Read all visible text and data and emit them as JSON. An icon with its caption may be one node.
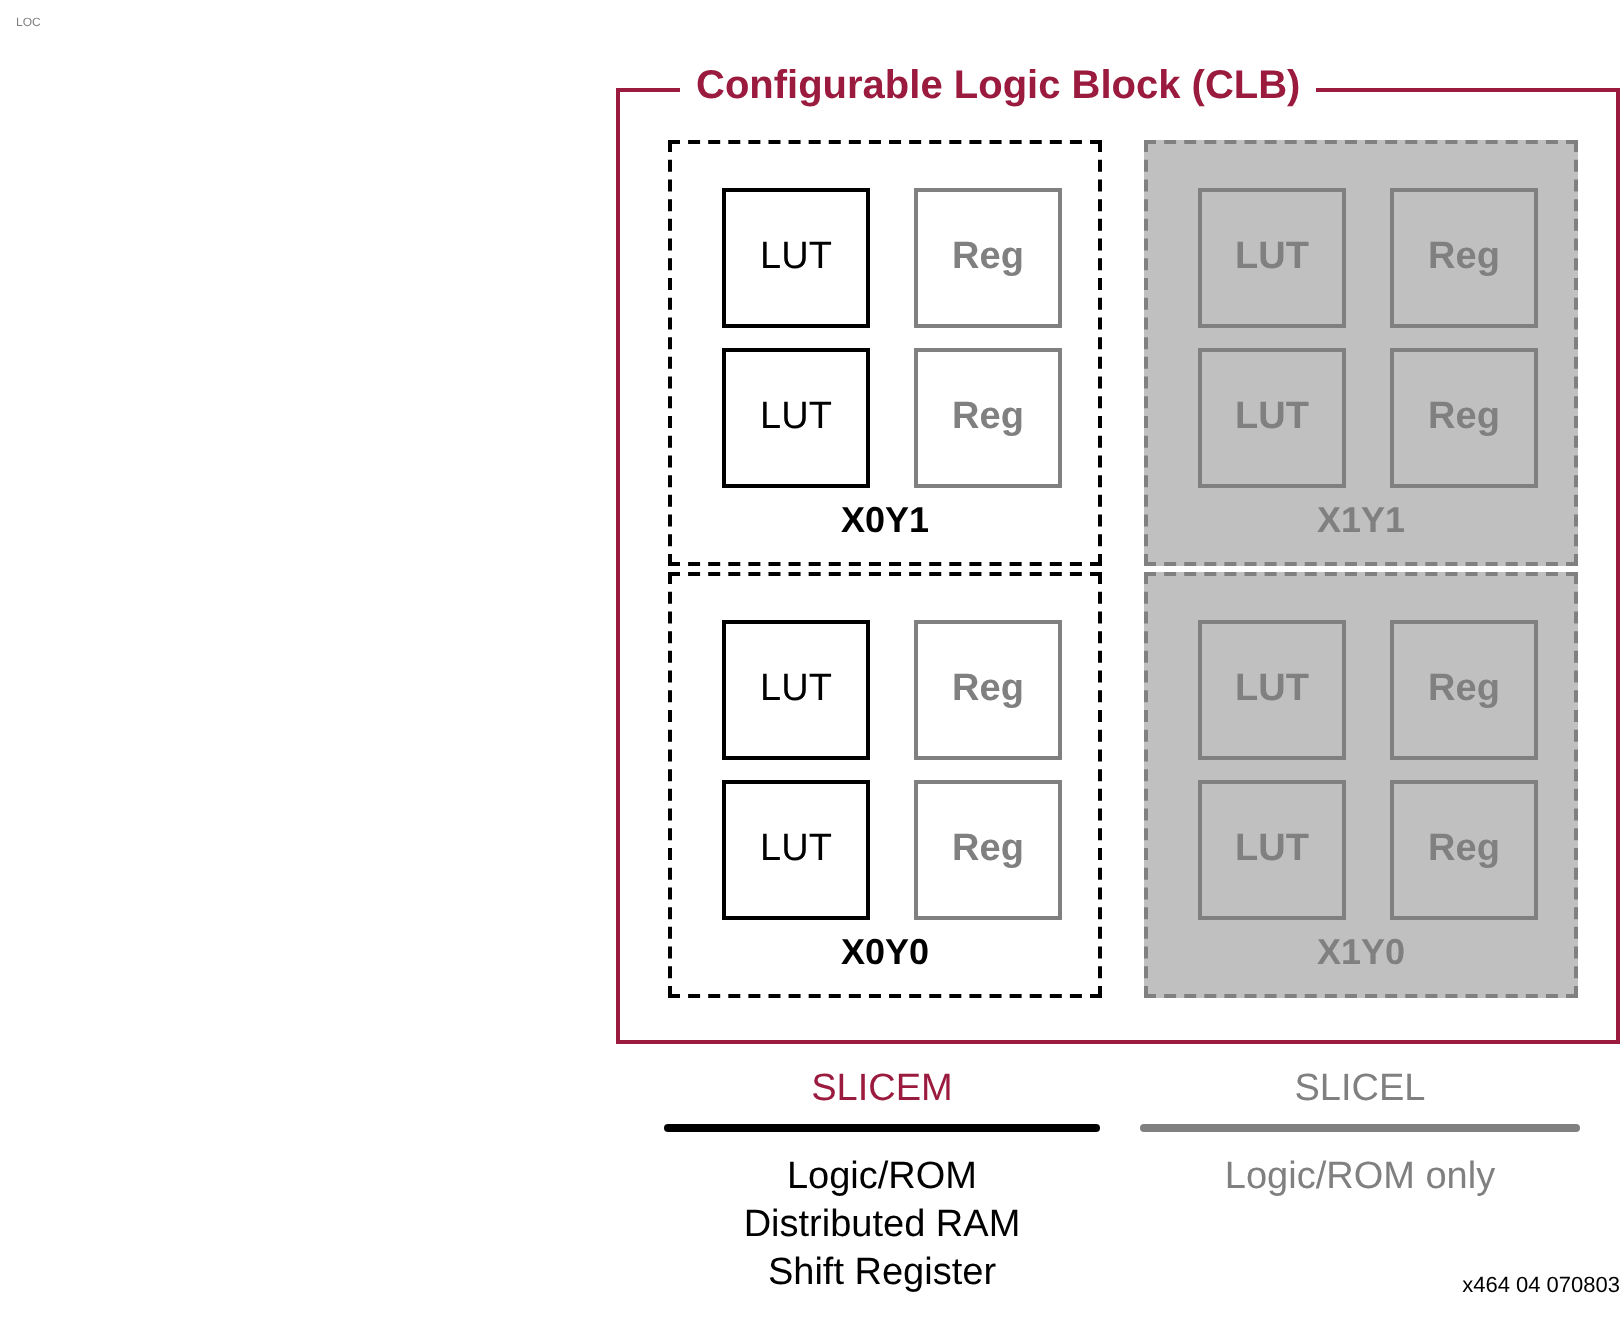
{
  "diagram": {
    "nodes": [
      {
        "text": [
          "Configurable Logic Block (CLB)"
        ]
      },
      {
        "text": [
          "X0Y1"
        ],
        "in": 0
      },
      {
        "text": [
          "LUT"
        ],
        "in": 1
      },
      {
        "text": [
          "Reg"
        ],
        "in": 1
      },
      {
        "text": [
          "LUT"
        ],
        "in": 1
      },
      {
        "text": [
          "Reg"
        ],
        "in": 1
      },
      {
        "text": [
          "X1Y1"
        ],
        "in": 0
      },
      {
        "text": [
          "LUT"
        ],
        "in": 6
      },
      {
        "text": [
          "Reg"
        ],
        "in": 6
      },
      {
        "text": [
          "LUT"
        ],
        "in": 6
      },
      {
        "text": [
          "Reg"
        ],
        "in": 6
      },
      {
        "text": [
          "X0Y0"
        ],
        "in": 0
      },
      {
        "text": [
          "LUT"
        ],
        "in": 11
      },
      {
        "text": [
          "Reg"
        ],
        "in": 11
      },
      {
        "text": [
          "LUT"
        ],
        "in": 11
      },
      {
        "text": [
          "Reg"
        ],
        "in": 11
      },
      {
        "text": [
          "X1Y0"
        ],
        "in": 0
      },
      {
        "text": [
          "LUT"
        ],
        "in": 16
      },
      {
        "text": [
          "Reg"
        ],
        "in": 16
      },
      {
        "text": [
          "LUT"
        ],
        "in": 16
      },
      {
        "text": [
          "Reg"
        ],
        "in": 16
      }
    ],
    "labels": [
      "LOC",
      "SLICEM",
      "SLICEL",
      "Logic/ROM",
      "Logic/ROM only",
      "Distributed RAM",
      "Shift Register",
      "x464 04 070803"
    ]
  }
}
